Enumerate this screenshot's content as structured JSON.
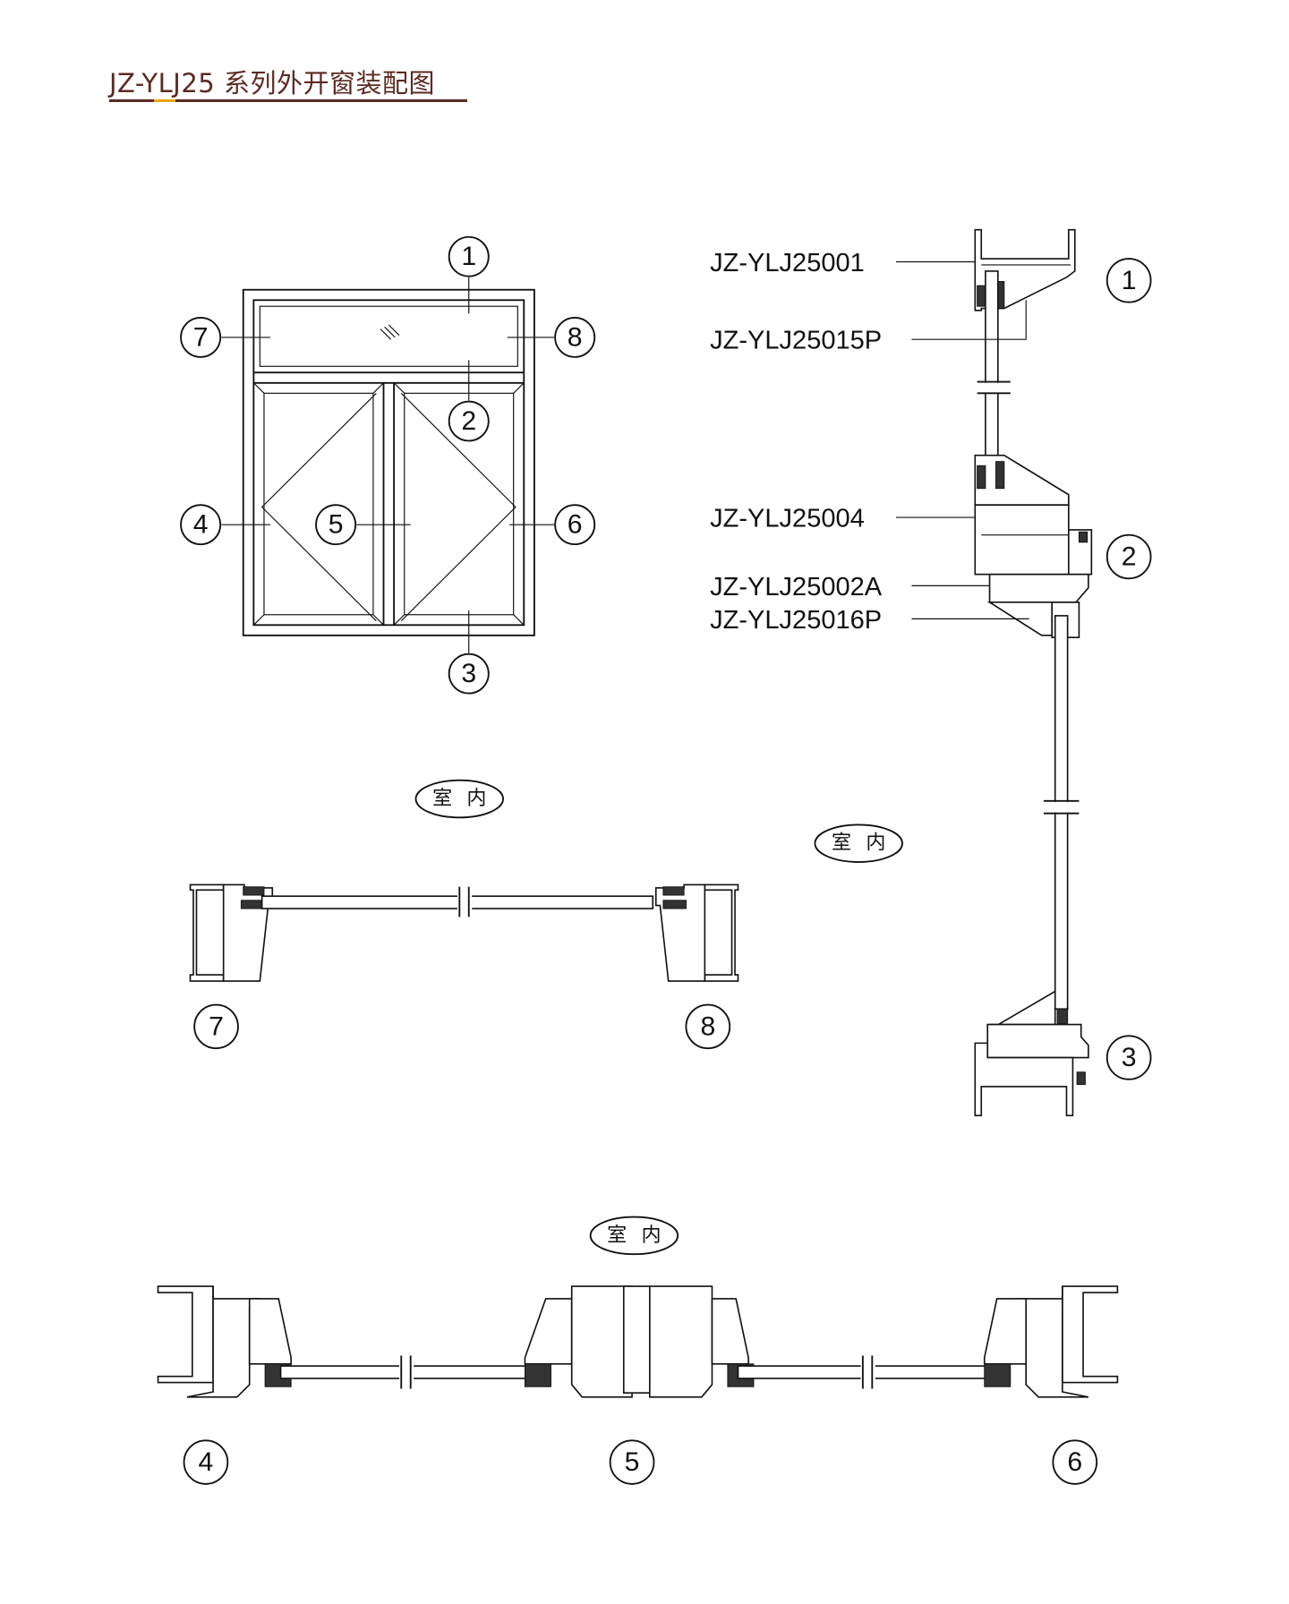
{
  "title": "JZ-YLJ25 系列外开窗装配图",
  "colors": {
    "title": "#5b2a22",
    "title_accent": "#f2a516",
    "line": "#111111"
  },
  "elevation": {
    "callouts": [
      "1",
      "2",
      "3",
      "4",
      "5",
      "6",
      "7",
      "8"
    ]
  },
  "vertical_section": {
    "callouts": [
      "1",
      "2",
      "3"
    ],
    "parts": [
      "JZ-YLJ25001",
      "JZ-YLJ25015P",
      "JZ-YLJ25004",
      "JZ-YLJ25002A",
      "JZ-YLJ25016P"
    ],
    "indoor_label": "室 内"
  },
  "transom_section": {
    "callouts": [
      "7",
      "8"
    ],
    "indoor_label": "室 内"
  },
  "sash_section": {
    "callouts": [
      "4",
      "5",
      "6"
    ],
    "indoor_label": "室 内"
  }
}
